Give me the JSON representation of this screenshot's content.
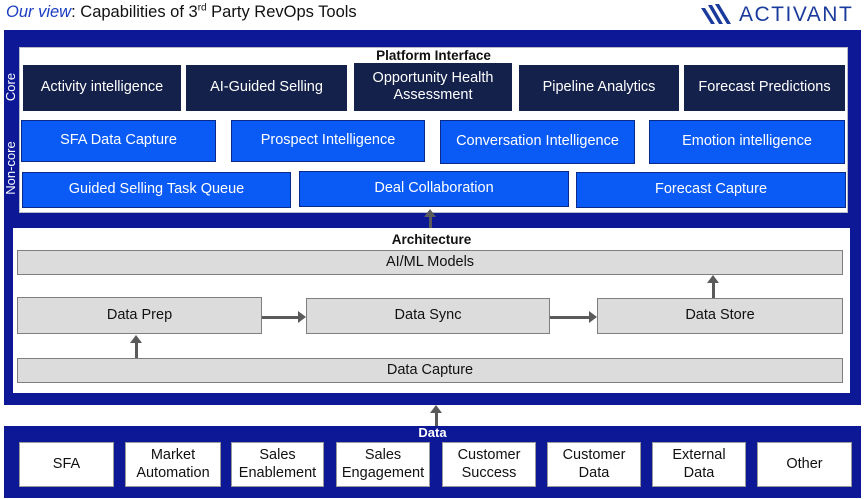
{
  "header": {
    "lead": "Our view",
    "title_before_sup": ": Capabilities of 3",
    "title_sup": "rd",
    "title_after_sup": " Party RevOps Tools",
    "logo_text": "ACTIVANT"
  },
  "side_labels": {
    "core": "Core",
    "noncore": "Non-core"
  },
  "platform": {
    "title": "Platform Interface",
    "core": [
      "Activity intelligence",
      "AI-Guided Selling",
      "Opportunity Health Assessment",
      "Pipeline Analytics",
      "Forecast Predictions"
    ],
    "noncore_row1": [
      "SFA Data Capture",
      "Prospect Intelligence",
      "Conversation Intelligence",
      "Emotion intelligence"
    ],
    "noncore_row2": [
      "Guided Selling Task Queue",
      "Deal Collaboration",
      "Forecast Capture"
    ]
  },
  "architecture": {
    "title": "Architecture",
    "models": "AI/ML Models",
    "prep": "Data Prep",
    "sync": "Data Sync",
    "store": "Data Store",
    "capture": "Data Capture"
  },
  "data": {
    "title": "Data",
    "sources": [
      "SFA",
      "Market Automation",
      "Sales Enablement",
      "Sales Engagement",
      "Customer Success",
      "Customer Data",
      "External Data",
      "Other"
    ]
  },
  "colors": {
    "navy_frame": "#0c1896",
    "core_box": "#13214b",
    "noncore_box": "#0a5af5",
    "gray_box": "#dcdcdc",
    "accent_text": "#1a3cc0"
  }
}
